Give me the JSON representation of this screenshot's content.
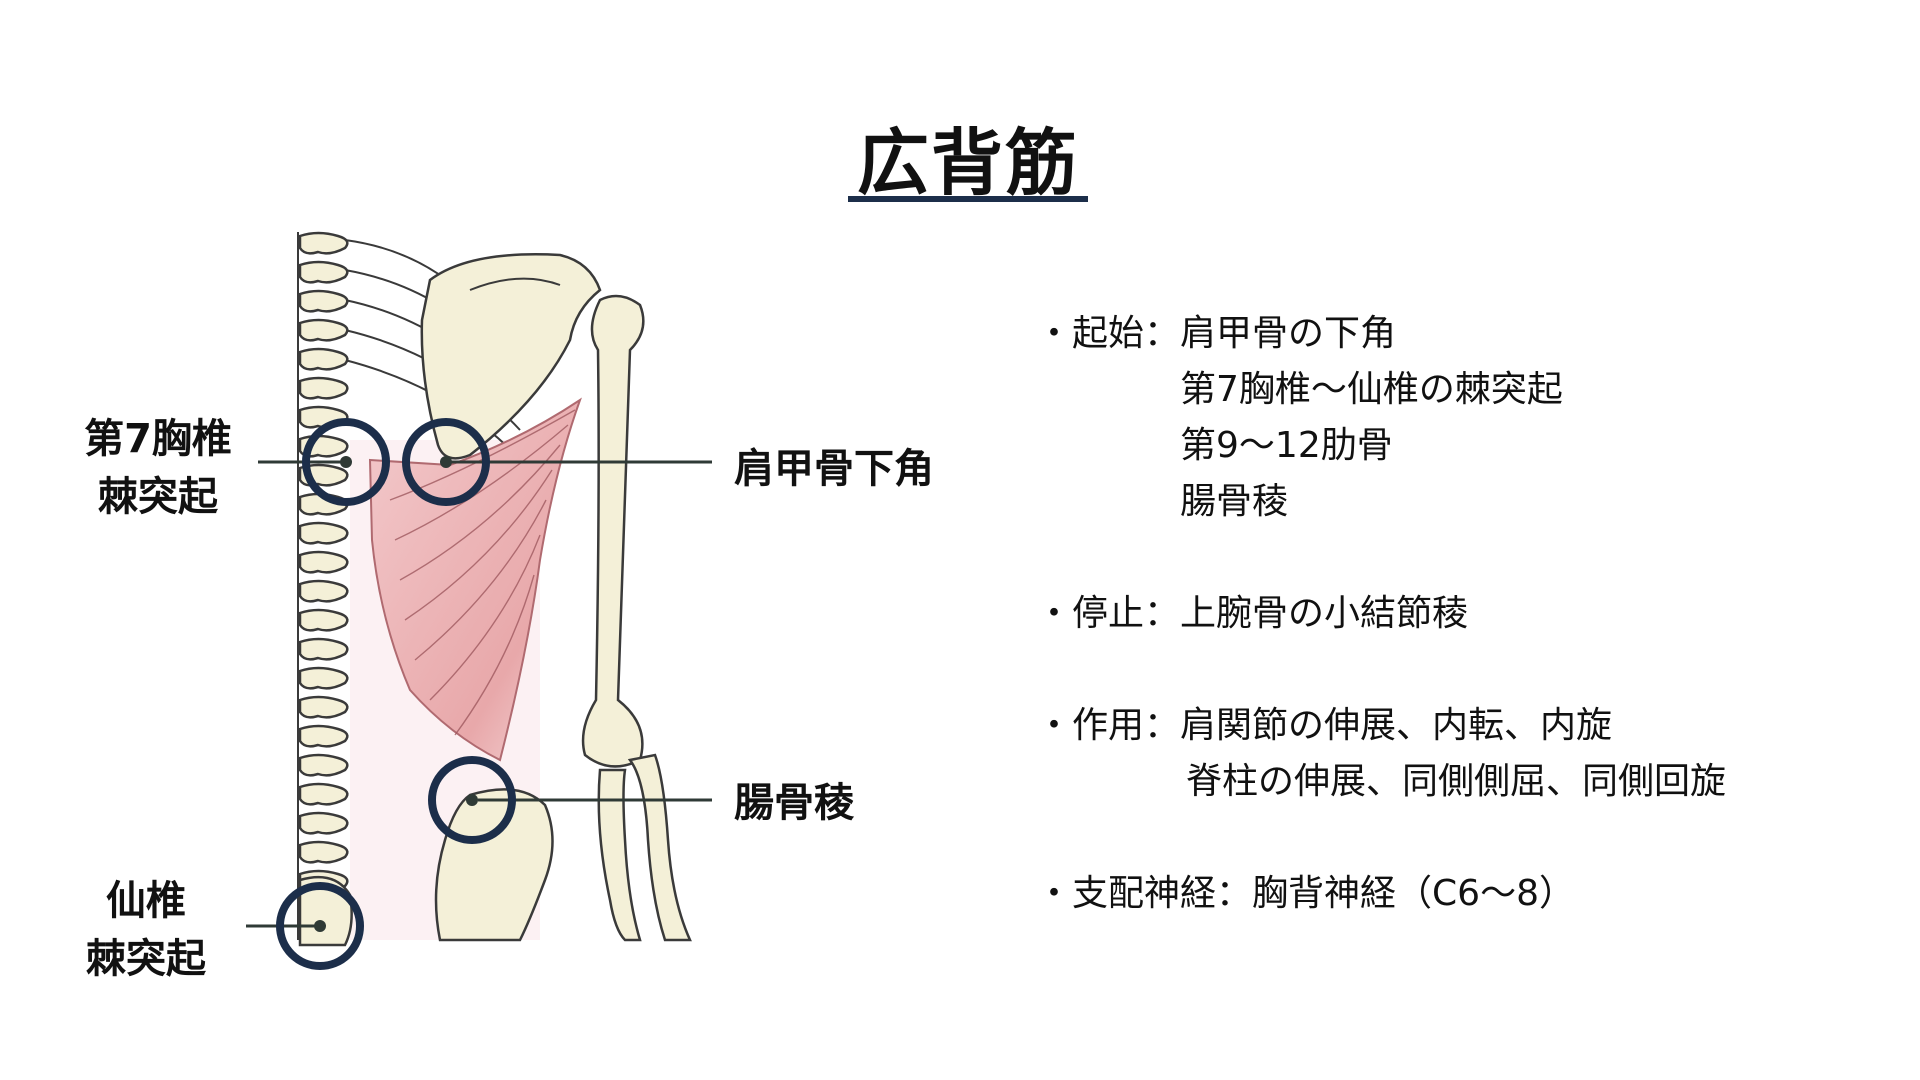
{
  "title": "広背筋",
  "colors": {
    "accent": "#1c2e4a",
    "leader": "#2f3a36",
    "bone_fill": "#f4f0d8",
    "bone_outline": "#3a3a3a",
    "muscle": "#e8a8aa"
  },
  "labels": {
    "t7_line1": "第7胸椎",
    "t7_line2": "棘突起",
    "scapula_angle": "肩甲骨下角",
    "iliac_crest": "腸骨稜",
    "sacral_line1": "仙椎",
    "sacral_line2": "棘突起"
  },
  "info": {
    "bullet": "・",
    "colon": "：",
    "origin": {
      "term": "起始",
      "lines": [
        "肩甲骨の下角",
        "第7胸椎〜仙椎の棘突起",
        "第9〜12肋骨",
        "腸骨稜"
      ]
    },
    "insertion": {
      "term": "停止",
      "lines": [
        "上腕骨の小結節稜"
      ]
    },
    "action": {
      "term": "作用",
      "lines": [
        "肩関節の伸展、内転、内旋",
        "脊柱の伸展、同側側屈、同側回旋"
      ]
    },
    "innervation": {
      "term": "支配神経",
      "lines": [
        "胸背神経（C6〜8）"
      ]
    }
  }
}
